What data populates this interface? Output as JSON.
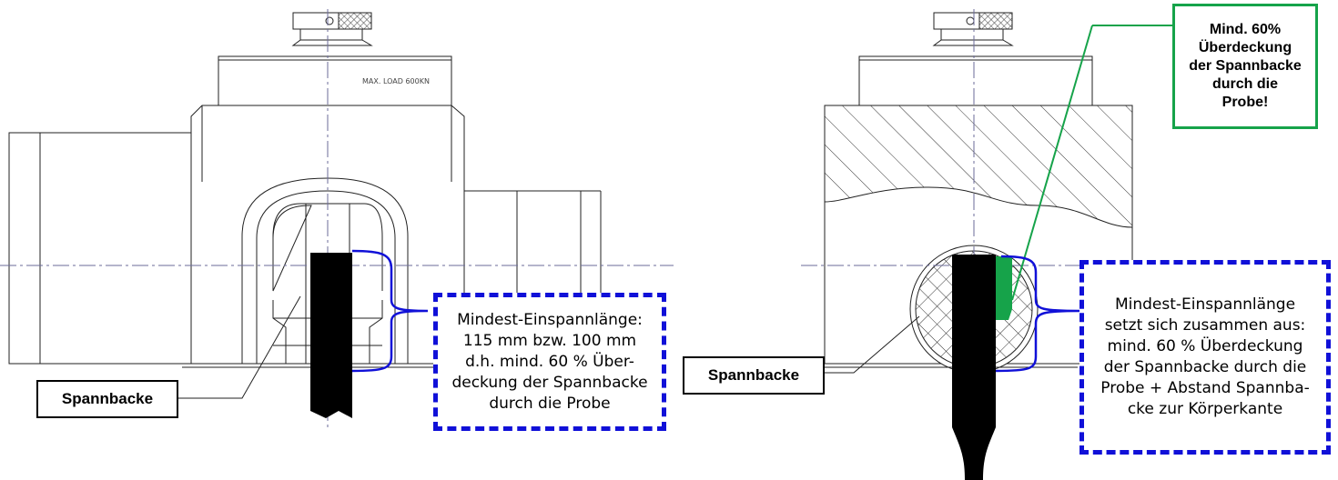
{
  "left_figure": {
    "stamp_text": "MAX. LOAD 600KN",
    "jaw_label": "Spannbacke",
    "note": "Mindest-Einspannlänge:\n115 mm bzw. 100 mm\nd.h. mind. 60 % Über-\ndeckung der Spannbacke\ndurch die Probe"
  },
  "right_figure": {
    "jaw_label": "Spannbacke",
    "overlap_callout": "Mind. 60%\nÜberdeckung\nder Spannbacke\ndurch die\nProbe!",
    "note": "Mindest-Einspannlänge\nsetzt sich zusammen aus:\nmind. 60 % Überdeckung\nder Spannbacke durch die\nProbe + Abstand Spannba-\ncke zur Körperkante"
  },
  "colors": {
    "drawing_line": "#000000",
    "dimension_bracket": "#1010d8",
    "note_border": "#1010d8",
    "overlap_marker": "#16a34a",
    "specimen": "#000000"
  }
}
